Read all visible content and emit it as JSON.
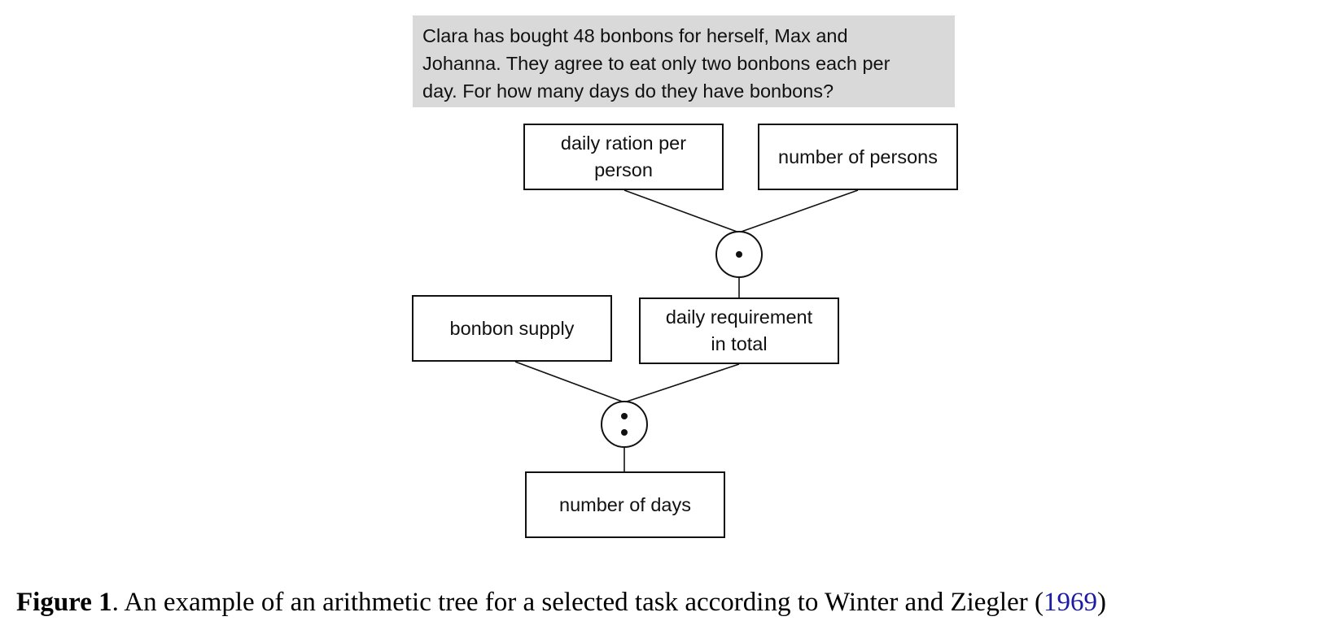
{
  "problem": {
    "lines": [
      "Clara has bought 48 bonbons for herself, Max and",
      "Johanna. They agree to eat only two bonbons each per",
      "day. For how many days do they have bonbons?"
    ]
  },
  "nodes": {
    "daily_ration": {
      "lines": [
        "daily ration per",
        "person"
      ]
    },
    "number_of_persons": {
      "lines": [
        "number of persons"
      ]
    },
    "bonbon_supply": {
      "lines": [
        "bonbon supply"
      ]
    },
    "daily_requirement": {
      "lines": [
        "daily requirement",
        "in total"
      ]
    },
    "number_of_days": {
      "lines": [
        "number of days"
      ]
    }
  },
  "operations": {
    "multiply": {
      "symbol": "·",
      "name": "multiplication"
    },
    "divide": {
      "symbol": ":",
      "name": "division"
    }
  },
  "caption": {
    "label": "Figure 1",
    "text": ". An example of an arithmetic tree for a selected task according to Winter and Ziegler (",
    "year": "1969",
    "close": ")"
  },
  "colors": {
    "problem_background": "#d9d9d9",
    "stroke": "#111111",
    "link": "#1a1aa6"
  }
}
